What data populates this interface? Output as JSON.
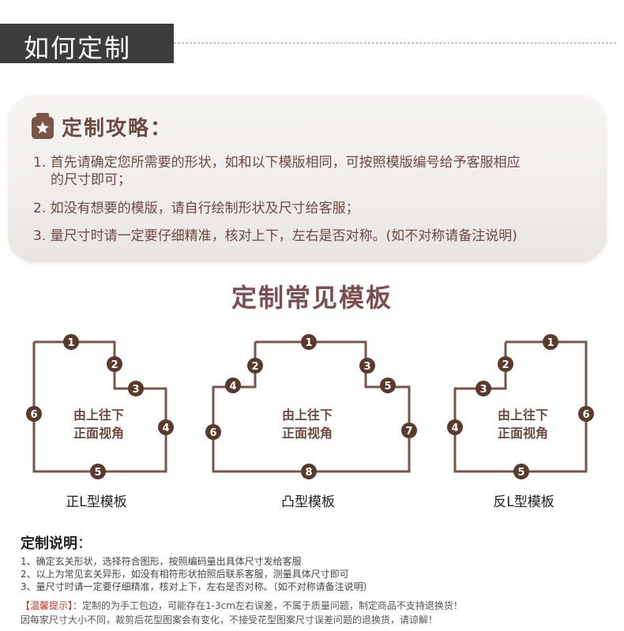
{
  "header": {
    "title": "如何定制"
  },
  "guide": {
    "title": "定制攻略：",
    "items": [
      "1. 首先请确定您所需要的形状，如和以下模版相同，可按照模版编号给予客服相应",
      "的尺寸即可；",
      "2. 如没有想要的模版，请自行绘制形状及尺寸给客服；",
      "3. 量尺寸时请一定要仔细精准，核对上下，左右是否对称。(如不对称请备注说明)"
    ]
  },
  "section": {
    "title": "定制常见模板"
  },
  "templates": [
    {
      "caption": "正L型模板",
      "view_line1": "由上往下",
      "view_line2": "正面视角",
      "nodes": [
        "1",
        "2",
        "3",
        "4",
        "5",
        "6"
      ]
    },
    {
      "caption": "凸型模板",
      "view_line1": "由上往下",
      "view_line2": "正面视角",
      "nodes": [
        "1",
        "2",
        "3",
        "4",
        "5",
        "6",
        "7",
        "8"
      ]
    },
    {
      "caption": "反L型模板",
      "view_line1": "由上往下",
      "view_line2": "正面视角",
      "nodes": [
        "1",
        "2",
        "3",
        "4",
        "5",
        "6"
      ]
    }
  ],
  "notes": {
    "title": "定制说明",
    "colon": "：",
    "lines": [
      "1、确定玄关形状，选择符合图形，按照编码量出具体尺寸发给客服",
      "2、以上为常见玄关异形，如没有相符形状拍照后联系客服，测量具体尺寸即可",
      "3、量尺寸时请一定要仔细精准，核对上下，左右是否对称。（如不对称请备注说明）"
    ],
    "tip_label": "【温馨提示】",
    "tip_line1": "：定制的为手工包边，可能存在1-3cm左右误差，不属于质量问题，制定商品不支持退换货！",
    "tip_line2": "因每家尺寸大小不同，裁剪后花型图案会有变化，不接受花型图案尺寸误差问题的退换货，请谅解！"
  },
  "colors": {
    "accent": "#5b3a2b",
    "line": "#7a5446",
    "title": "#7b4f50"
  }
}
